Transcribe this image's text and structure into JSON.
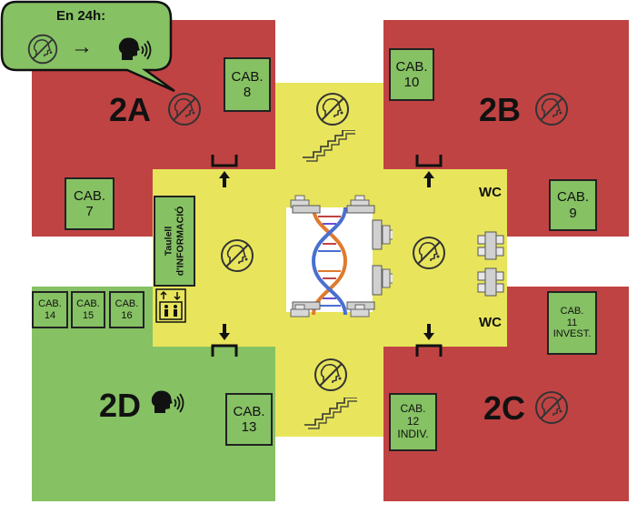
{
  "callout": {
    "title": "En 24h:",
    "arrow": "→"
  },
  "zones": {
    "a": {
      "label": "2A",
      "status": "red"
    },
    "b": {
      "label": "2B",
      "status": "red"
    },
    "c": {
      "label": "2C",
      "status": "red"
    },
    "d": {
      "label": "2D",
      "status": "green"
    }
  },
  "cabins": [
    {
      "line1": "CAB.",
      "line2": "8"
    },
    {
      "line1": "CAB.",
      "line2": "10"
    },
    {
      "line1": "CAB.",
      "line2": "7"
    },
    {
      "line1": "CAB.",
      "line2": "9"
    },
    {
      "line1": "CAB.",
      "line2": "14"
    },
    {
      "line1": "CAB.",
      "line2": "15"
    },
    {
      "line1": "CAB.",
      "line2": "16"
    },
    {
      "line1": "CAB.",
      "line2": "11",
      "line3": "INVEST."
    },
    {
      "line1": "CAB.",
      "line2": "13"
    },
    {
      "line1": "CAB.",
      "line2": "12",
      "line3": "INDIV."
    }
  ],
  "info_desk": {
    "line1": "Taulell",
    "line2": "d'INFORMACIÓ"
  },
  "wc_labels": [
    "WC",
    "WC"
  ],
  "colors": {
    "red": "#c04343",
    "green": "#86c164",
    "yellow": "#e8e55c"
  },
  "icons": [
    "no-talking-icon",
    "talking-icon",
    "stairs-icon",
    "elevator-icon",
    "dna-icon",
    "desk-chair-icon",
    "door-arrow-icon"
  ]
}
